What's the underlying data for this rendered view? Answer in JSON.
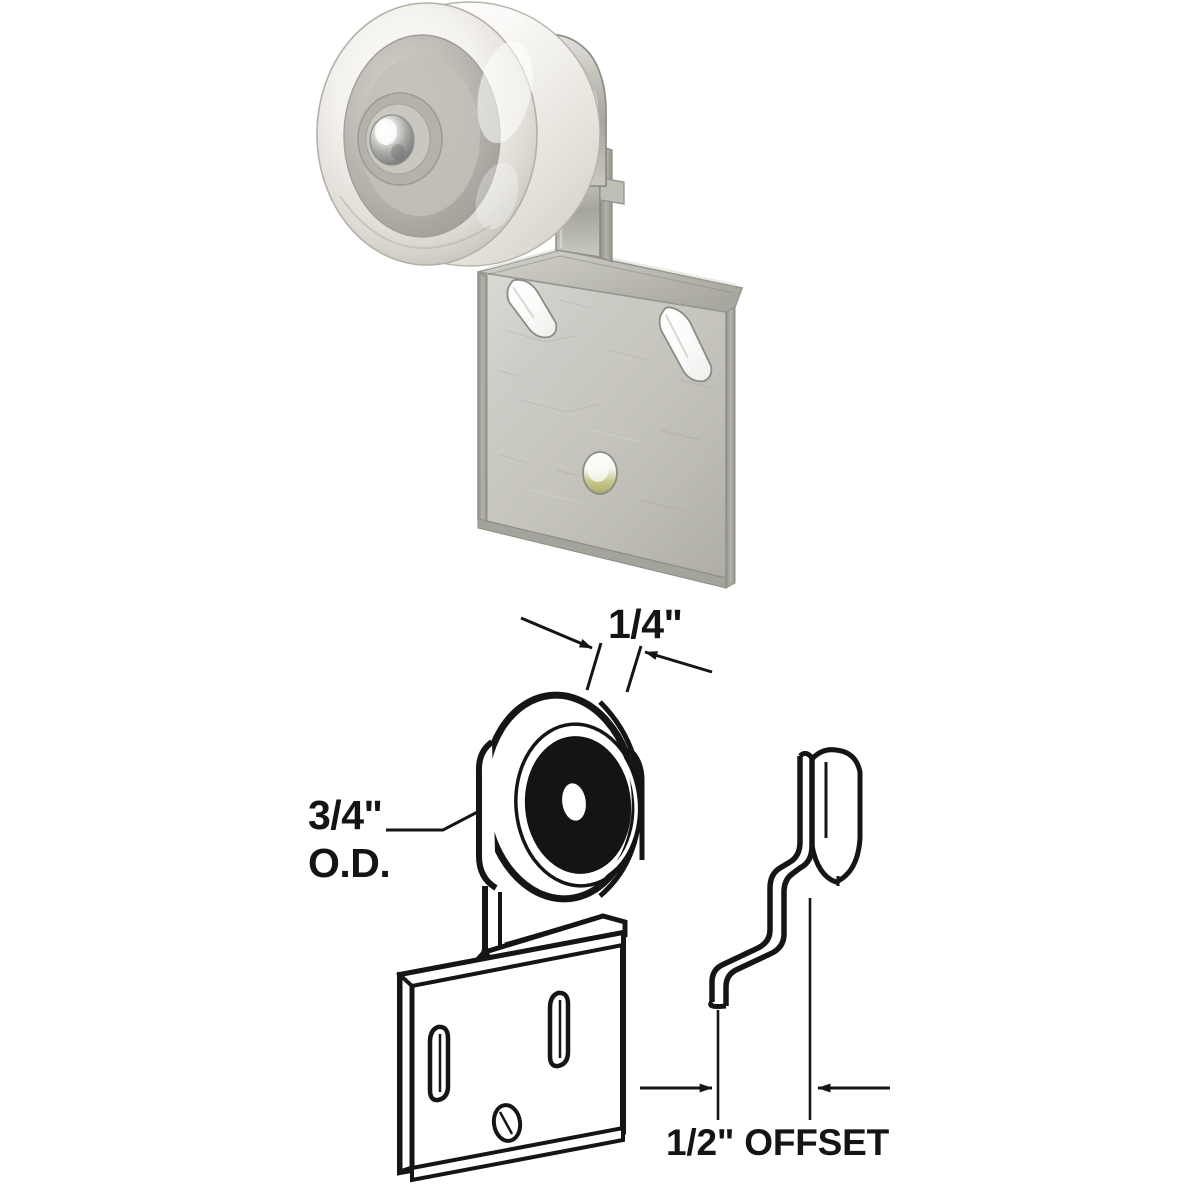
{
  "product": {
    "name": "sliding-closet-door-roller",
    "description": "Front-mount offset sliding closet door roller with nylon wheel and galvanized steel bracket"
  },
  "photo": {
    "name": "product-photograph",
    "wheel_color": "#f2f0ec",
    "hub_color": "#b9b7b0",
    "rivet_color": "#9a9a96",
    "bracket_color": "#c9c8c2",
    "bracket_shadow": "#9a9992",
    "hole_color": "#b9bb86"
  },
  "diagram": {
    "name": "dimension-diagram",
    "line_color": "#151515",
    "fill_color": "#ffffff",
    "hub_fill": "#141414",
    "labels": {
      "width": "1/4\"",
      "outer_diameter_line1": "3/4\"",
      "outer_diameter_line2": "O.D.",
      "offset": "1/2\" OFFSET"
    }
  },
  "measurements": {
    "wheel_width": "1/4\"",
    "wheel_outer_diameter": "3/4\"",
    "bracket_offset": "1/2\""
  }
}
